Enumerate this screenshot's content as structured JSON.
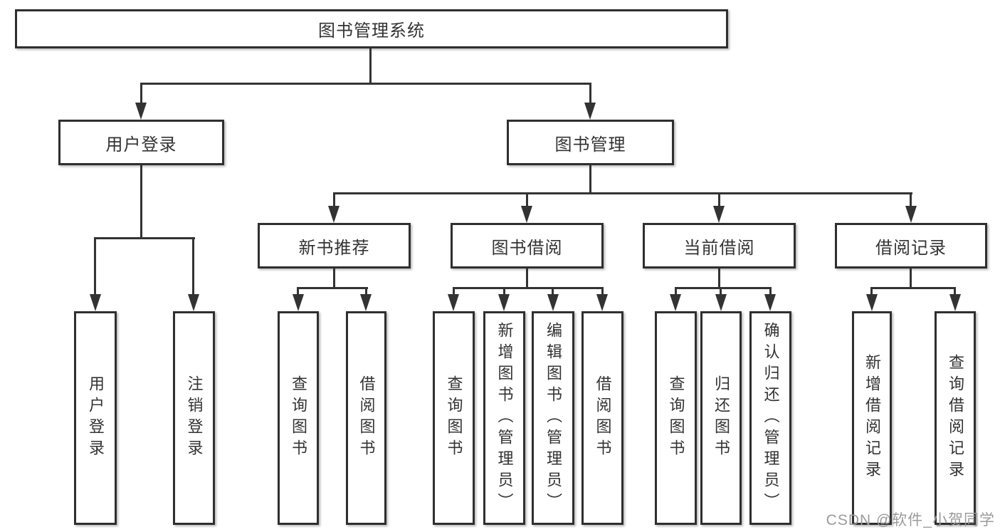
{
  "diagram": {
    "root": {
      "label": "图书管理系统"
    },
    "level2": [
      {
        "label": "用户登录"
      },
      {
        "label": "图书管理"
      }
    ],
    "level3": [
      {
        "label": "新书推荐"
      },
      {
        "label": "图书借阅"
      },
      {
        "label": "当前借阅"
      },
      {
        "label": "借阅记录"
      }
    ],
    "leaves": {
      "user_login": [
        "用户登录",
        "注销登录"
      ],
      "new_book_rec": [
        "查询图书",
        "借阅图书"
      ],
      "book_borrow": [
        "查询图书",
        "新增图书（管理员）",
        "编辑图书（管理员）",
        "借阅图书"
      ],
      "current_borrow": [
        "查询图书",
        "归还图书",
        "确认归还（管理员）"
      ],
      "borrow_records": [
        "新增借阅记录",
        "查询借阅记录"
      ]
    }
  },
  "watermark": {
    "text": "CSDN @软件_小贺同学",
    "color": "#9b9b9b"
  },
  "colors": {
    "line": "#333333",
    "box_border": "#2f2f2f",
    "box_bg": "#ffffff",
    "text": "#333333",
    "background": "#ffffff"
  }
}
